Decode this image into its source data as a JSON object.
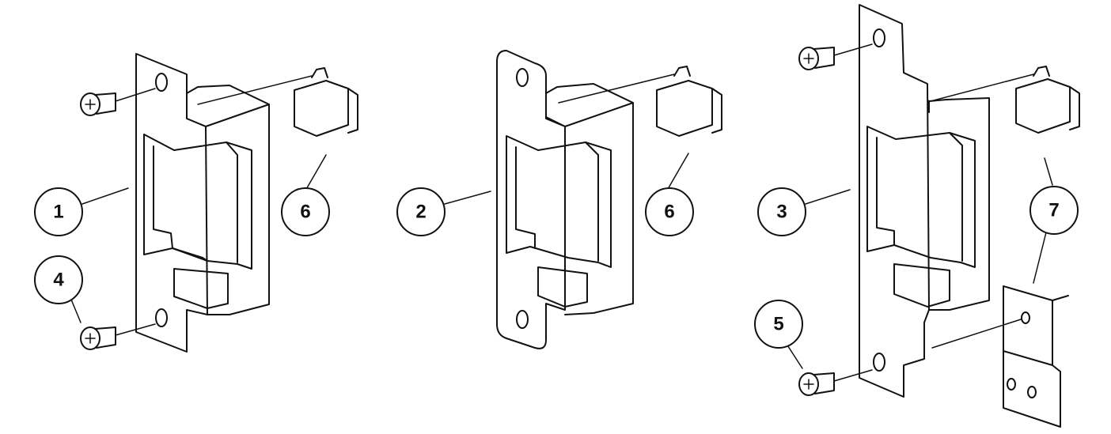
{
  "callouts": [
    {
      "id": "c1",
      "label": "1"
    },
    {
      "id": "c2",
      "label": "2"
    },
    {
      "id": "c3",
      "label": "3"
    },
    {
      "id": "c4",
      "label": "4"
    },
    {
      "id": "c5",
      "label": "5"
    },
    {
      "id": "c6a",
      "label": "6"
    },
    {
      "id": "c6b",
      "label": "6"
    },
    {
      "id": "c7",
      "label": "7"
    }
  ],
  "colors": {
    "line": "#111111",
    "background": "#ffffff"
  },
  "icons": [
    "screw-icon",
    "strike-faceplate",
    "lip-extension-clip",
    "mounting-bracket"
  ]
}
